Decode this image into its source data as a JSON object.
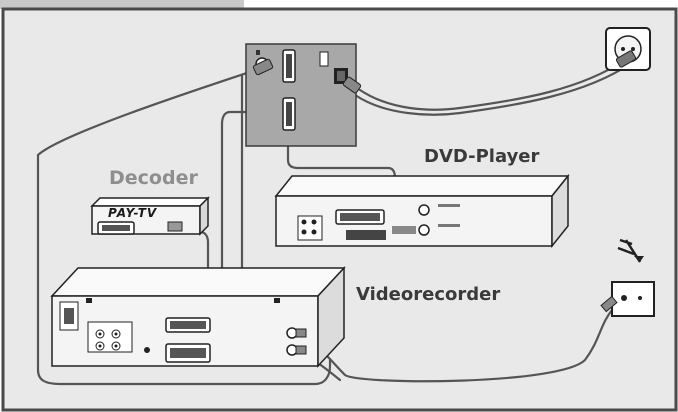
{
  "labels": {
    "decoder": "Decoder",
    "dvd_player": "DVD-Player",
    "videorecorder": "Videorecorder",
    "pay_tv": "PAY-TV"
  },
  "icons": {
    "wall_socket": "power-outlet-icon",
    "antenna": "antenna-icon"
  },
  "colors": {
    "background": "#e9e9e9",
    "frame": "#4a4a4a",
    "device_body": "#f4f4f4",
    "tv_panel": "#a8a8a8",
    "label_gray": "#8e8e8e",
    "label_dark": "#3a3a3a",
    "cable": "#555555"
  }
}
